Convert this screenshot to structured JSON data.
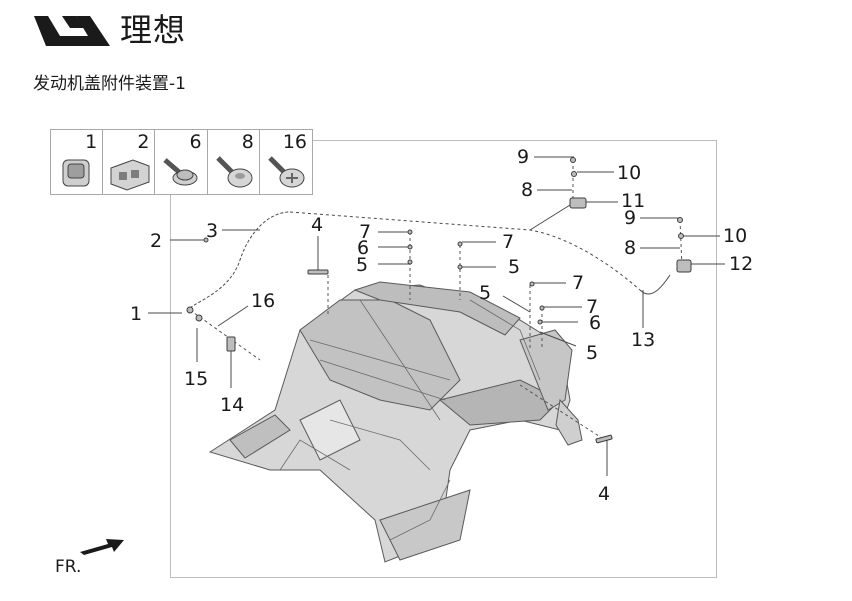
{
  "brand": {
    "logo_icon": "li-auto-logo-icon",
    "name": "理想"
  },
  "page": {
    "title": "发动机盖附件装置-1"
  },
  "parts_legend": [
    {
      "num": "1",
      "icon": "square-grommet-icon"
    },
    {
      "num": "2",
      "icon": "bracket-clip-icon"
    },
    {
      "num": "6",
      "icon": "flange-bolt-icon"
    },
    {
      "num": "8",
      "icon": "round-head-screw-icon"
    },
    {
      "num": "16",
      "icon": "phillips-screw-icon"
    }
  ],
  "callouts": [
    {
      "id": "c9a",
      "text": "9"
    },
    {
      "id": "c10a",
      "text": "10"
    },
    {
      "id": "c8a",
      "text": "8"
    },
    {
      "id": "c11",
      "text": "11"
    },
    {
      "id": "c9b",
      "text": "9"
    },
    {
      "id": "c10b",
      "text": "10"
    },
    {
      "id": "c8b",
      "text": "8"
    },
    {
      "id": "c12",
      "text": "12"
    },
    {
      "id": "c13",
      "text": "13"
    },
    {
      "id": "c2",
      "text": "2"
    },
    {
      "id": "c3",
      "text": "3"
    },
    {
      "id": "c4a",
      "text": "4"
    },
    {
      "id": "c7a",
      "text": "7"
    },
    {
      "id": "c6a",
      "text": "6"
    },
    {
      "id": "c5a",
      "text": "5"
    },
    {
      "id": "c7b",
      "text": "7"
    },
    {
      "id": "c5b",
      "text": "5"
    },
    {
      "id": "c7c",
      "text": "7"
    },
    {
      "id": "c5c",
      "text": "5"
    },
    {
      "id": "c7d",
      "text": "7"
    },
    {
      "id": "c6b",
      "text": "6"
    },
    {
      "id": "c5d",
      "text": "5"
    },
    {
      "id": "c1",
      "text": "1"
    },
    {
      "id": "c16",
      "text": "16"
    },
    {
      "id": "c15",
      "text": "15"
    },
    {
      "id": "c14",
      "text": "14"
    },
    {
      "id": "c4b",
      "text": "4"
    }
  ],
  "orientation": {
    "label": "FR.",
    "arrow_icon": "front-direction-arrow-icon"
  },
  "colors": {
    "ink": "#1a1a1a",
    "frame": "#bdbdbd",
    "metal": "#cfcfcf",
    "metal_dark": "#8a8a8a"
  }
}
